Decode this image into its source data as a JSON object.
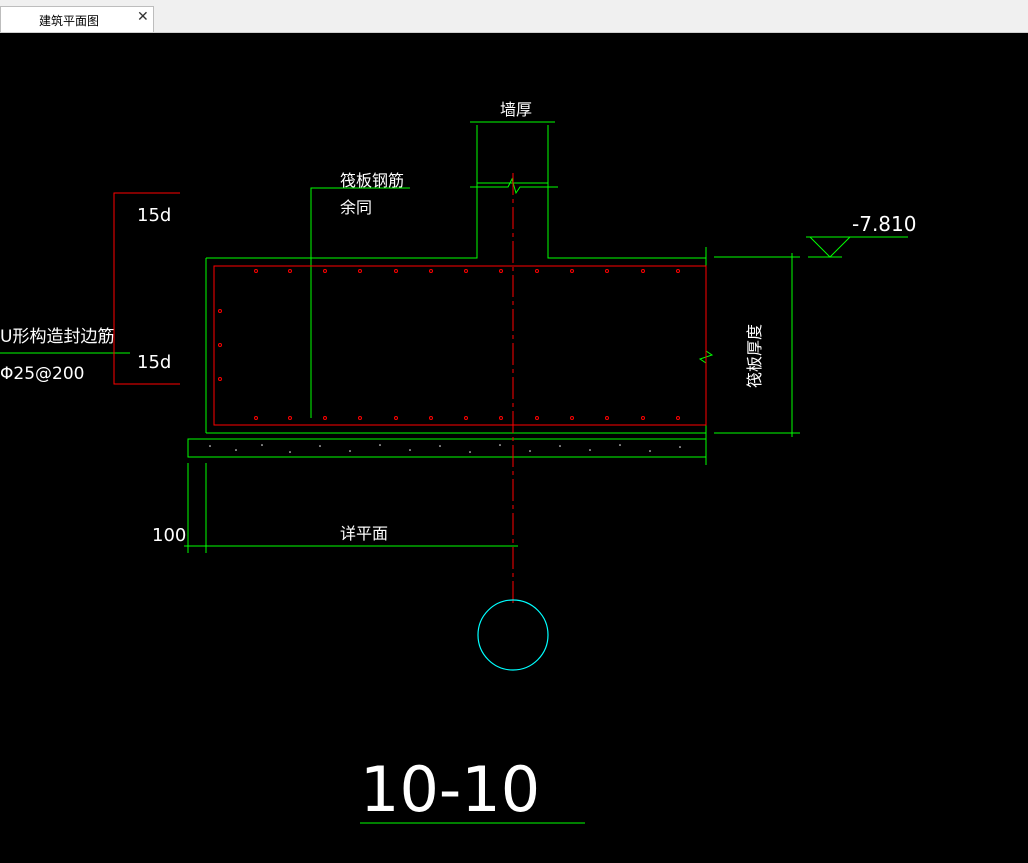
{
  "tab": {
    "title": "建筑平面图",
    "close": "✕"
  },
  "colors": {
    "green": "#00ff00",
    "red": "#ff0000",
    "cyan": "#00ffff",
    "white": "#ffffff",
    "yellow": "#ffff00"
  },
  "drawing": {
    "wall_thickness": "墙厚",
    "raft_rebar_line1": "筏板钢筋",
    "raft_rebar_line2": "余同",
    "elevation": "-7.810",
    "raft_thickness": "筏板厚度",
    "top_15d": "15d",
    "bottom_15d": "15d",
    "u_bar_label": "U形构造封边筋",
    "u_bar_spec": "Φ25@200",
    "dim_100": "100",
    "see_plan": "详平面",
    "section_title": "10-10"
  }
}
